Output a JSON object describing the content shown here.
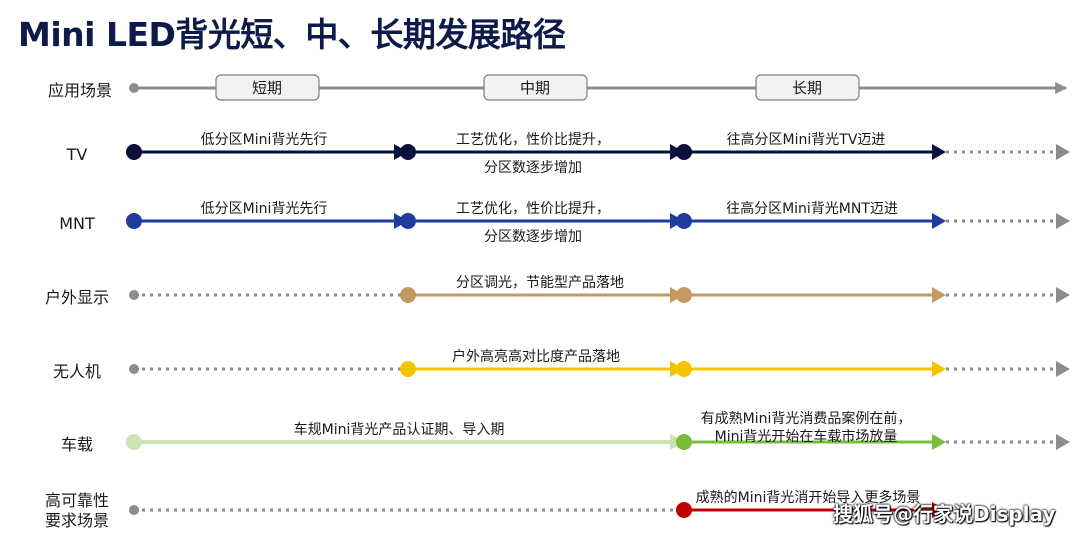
{
  "title": "Mini LED背光短、中、长期发展路径",
  "colors": {
    "tv": "#0a0f3d",
    "mnt": "#1f3b9e",
    "outdoor": "#c49a5e",
    "drone": "#f5c400",
    "auto_light": "#cde3b0",
    "auto": "#7bbd3a",
    "high": "#c00000",
    "gray": "#8c8c8c"
  },
  "header": {
    "label": "应用场景",
    "phases": [
      "短期",
      "中期",
      "长期"
    ]
  },
  "rows": [
    {
      "id": "tv",
      "label": [
        "TV"
      ],
      "texts": [
        [
          "低分区Mini背光先行"
        ],
        [
          "工艺优化，性价比提升，",
          "分区数逐步增加"
        ],
        [
          "往高分区Mini背光TV迈进"
        ]
      ]
    },
    {
      "id": "mnt",
      "label": [
        "MNT"
      ],
      "texts": [
        [
          "低分区Mini背光先行"
        ],
        [
          "工艺优化，性价比提升，",
          "分区数逐步增加"
        ],
        [
          "往高分区Mini背光MNT迈进"
        ]
      ]
    },
    {
      "id": "outdoor",
      "label": [
        "户外显示"
      ],
      "texts": [
        [
          "分区调光，节能型产品落地"
        ]
      ]
    },
    {
      "id": "drone",
      "label": [
        "无人机"
      ],
      "texts": [
        [
          "户外高亮高对比度产品落地"
        ]
      ]
    },
    {
      "id": "auto",
      "label": [
        "车载"
      ],
      "texts": [
        [
          "车规Mini背光产品认证期、导入期"
        ],
        [
          "有成熟Mini背光消费品案例在前，",
          "Mini背光开始在车载市场放量"
        ]
      ]
    },
    {
      "id": "high",
      "label": [
        "高可靠性",
        "要求场景"
      ],
      "texts": [
        [
          "成熟的Mini背光消开始导入更多场景"
        ]
      ]
    }
  ],
  "watermark": "搜狐号@行家说Display"
}
